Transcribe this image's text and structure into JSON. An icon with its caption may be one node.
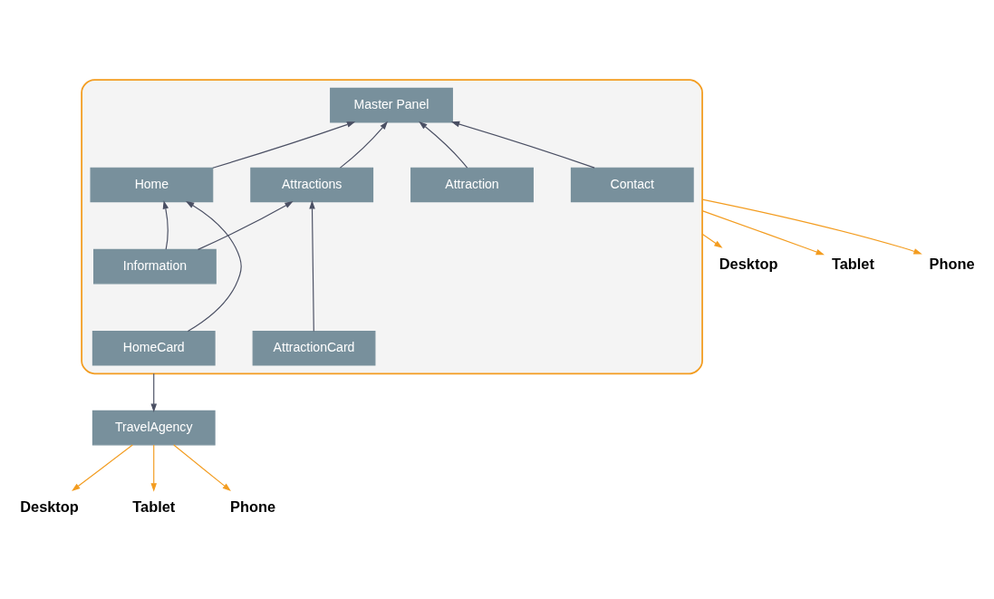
{
  "diagram": {
    "nodes": [
      {
        "text": [],
        "shape": "box"
      },
      {
        "text": [
          "Master Panel"
        ],
        "in": 0
      },
      {
        "text": [
          "Home"
        ],
        "in": 0
      },
      {
        "text": [
          "Attractions"
        ],
        "in": 0
      },
      {
        "text": [
          "Attraction"
        ],
        "in": 0
      },
      {
        "text": [
          "Contact"
        ],
        "in": 0
      },
      {
        "text": [
          "Information"
        ],
        "in": 0
      },
      {
        "text": [
          "HomeCard"
        ],
        "in": 0
      },
      {
        "text": [
          "AttractionCard"
        ],
        "in": 0
      },
      {
        "text": [
          "Desktop"
        ]
      },
      {
        "text": [
          "Tablet"
        ]
      },
      {
        "text": [
          "Phone"
        ]
      },
      {
        "text": [
          "TravelAgency"
        ]
      },
      {
        "text": [
          "Desktop"
        ]
      },
      {
        "text": [
          "Tablet"
        ]
      },
      {
        "text": [
          "Phone"
        ]
      }
    ],
    "edges": [
      {
        "from": 2,
        "to": 1,
        "arrow": "to"
      },
      {
        "from": 3,
        "to": 1,
        "arrow": "to"
      },
      {
        "from": 4,
        "to": 1,
        "arrow": "to"
      },
      {
        "from": 5,
        "to": 1,
        "arrow": "to"
      },
      {
        "from": 6,
        "to": 2,
        "arrow": "to"
      },
      {
        "from": 6,
        "to": 3,
        "arrow": "to"
      },
      {
        "from": 7,
        "to": 2,
        "arrow": "to"
      },
      {
        "from": 8,
        "to": 3,
        "arrow": "to"
      },
      {
        "from": 0,
        "to": 9,
        "arrow": "to",
        "color": "#f39c1f"
      },
      {
        "from": 0,
        "to": 10,
        "arrow": "to",
        "color": "#f39c1f"
      },
      {
        "from": 0,
        "to": 11,
        "arrow": "to",
        "color": "#f39c1f"
      },
      {
        "from": 0,
        "to": 12,
        "arrow": "to"
      },
      {
        "from": 12,
        "to": 13,
        "arrow": "to",
        "color": "#f39c1f"
      },
      {
        "from": 12,
        "to": 14,
        "arrow": "to",
        "color": "#f39c1f"
      },
      {
        "from": 12,
        "to": 15,
        "arrow": "to",
        "color": "#f39c1f"
      }
    ]
  }
}
